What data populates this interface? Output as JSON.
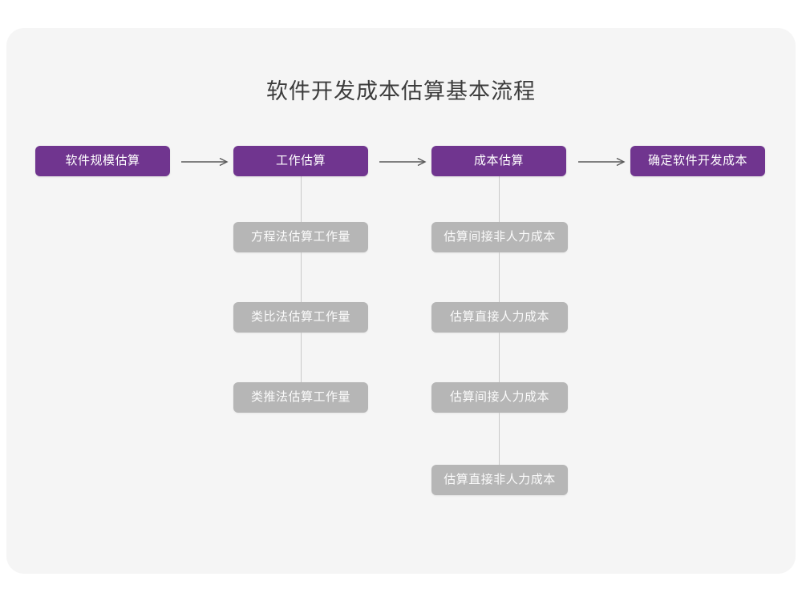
{
  "card": {
    "background": "#f5f5f5",
    "page_background": "#ffffff"
  },
  "title": "软件开发成本估算基本流程",
  "colors": {
    "primary": "#70358f",
    "secondary": "#b6b6b6",
    "connector": "#c9c9c9",
    "title_text": "#3c3c3c",
    "node_text": "#ffffff"
  },
  "arrow_glyph": "arrow-right-icon",
  "flow": {
    "stages": [
      {
        "label": "软件规模估算",
        "substeps": []
      },
      {
        "label": "工作估算",
        "substeps": [
          "方程法估算工作量",
          "类比法估算工作量",
          "类推法估算工作量"
        ]
      },
      {
        "label": "成本估算",
        "substeps": [
          "估算间接非人力成本",
          "估算直接人力成本",
          "估算间接人力成本",
          "估算直接非人力成本"
        ]
      },
      {
        "label": "确定软件开发成本",
        "substeps": []
      }
    ],
    "arrows": [
      "⟶",
      "⟶",
      "⟶"
    ]
  }
}
